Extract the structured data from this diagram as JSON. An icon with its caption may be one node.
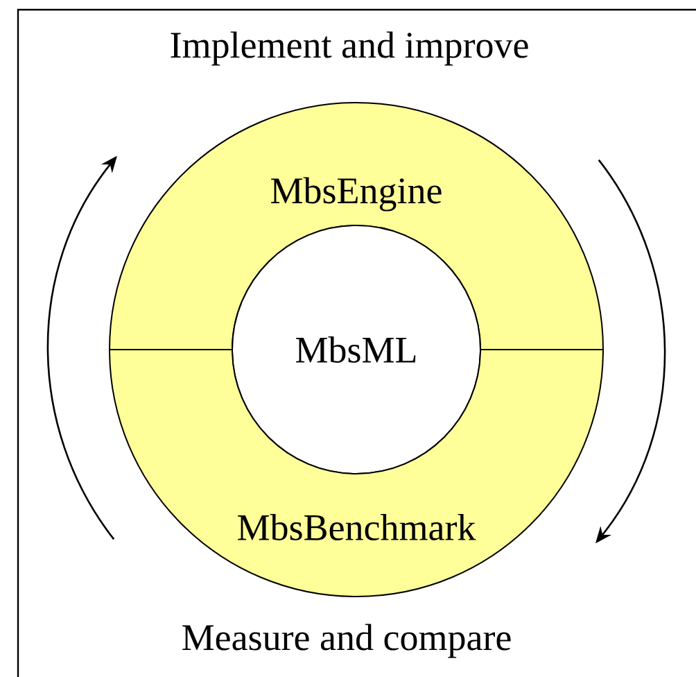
{
  "diagram": {
    "nodes": [
      {
        "text": [
          "MbsEngine"
        ]
      },
      {
        "text": [
          "MbsML"
        ]
      },
      {
        "text": [
          "MbsBenchmark"
        ]
      }
    ],
    "labels": [
      "Implement and improve",
      "Measure and compare"
    ]
  }
}
